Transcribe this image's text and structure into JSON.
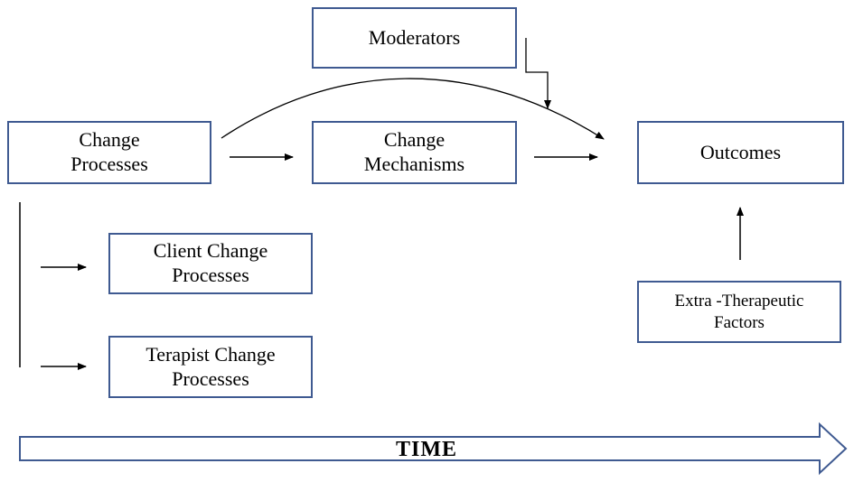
{
  "boxes": {
    "moderators": {
      "line1": "Moderators"
    },
    "change_processes": {
      "line1": "Change",
      "line2": "Processes"
    },
    "change_mechanisms": {
      "line1": "Change",
      "line2": "Mechanisms"
    },
    "outcomes": {
      "line1": "Outcomes"
    },
    "client_change_processes": {
      "line1": "Client Change",
      "line2": "Processes"
    },
    "therapist_change_processes": {
      "line1": "Terapist Change",
      "line2": "Processes"
    },
    "extra_therapeutic_factors": {
      "line1": "Extra -Therapeutic",
      "line2": "Factors"
    }
  },
  "time_axis": {
    "label": "TIME"
  },
  "colors": {
    "box_border": "#3f5a91",
    "arrow": "#000000"
  }
}
